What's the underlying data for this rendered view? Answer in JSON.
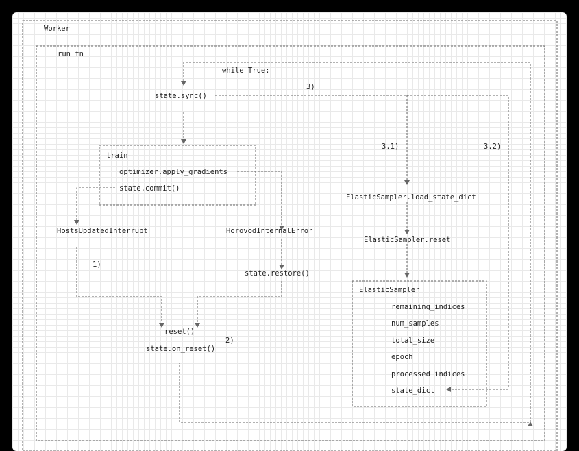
{
  "labels": {
    "worker": "Worker",
    "run_fn": "run_fn",
    "while_true": "while True:",
    "step_3": "3)",
    "state_sync": "state.sync()",
    "step_3_1": "3.1)",
    "step_3_2": "3.2)",
    "train": "train",
    "apply_gradients": "optimizer.apply_gradients",
    "state_commit": "state.commit()",
    "hosts_updated": "HostsUpdatedInterrupt",
    "horovod_error": "HorovodInternalError",
    "step_1": "1)",
    "state_restore": "state.restore()",
    "reset": "reset()",
    "step_2": "2)",
    "on_reset": "state.on_reset()",
    "load_state_dict": "ElasticSampler.load_state_dict",
    "sampler_reset": "ElasticSampler.reset",
    "sampler_title": "ElasticSampler",
    "remaining_indices": "remaining_indices",
    "num_samples": "num_samples",
    "total_size": "total_size",
    "epoch": "epoch",
    "processed_indices": "processed_indices",
    "state_dict": "state_dict"
  },
  "colors": {
    "line": "#666666",
    "text": "#222222",
    "grid": "#e9e9e9"
  }
}
